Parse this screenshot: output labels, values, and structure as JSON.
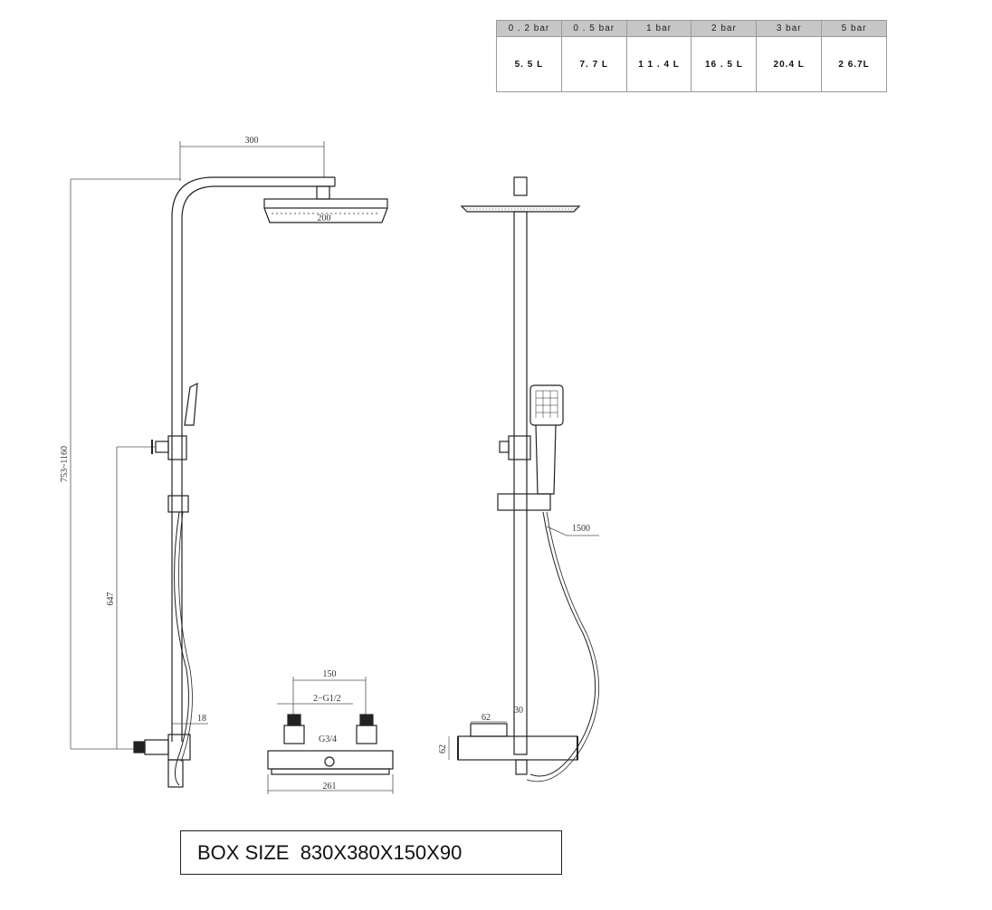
{
  "flow_table": {
    "headers": [
      "0 . 2 bar",
      "0 . 5 bar",
      "1  bar",
      "2  bar",
      "3  bar",
      "5  bar"
    ],
    "values": [
      "5. 5 L",
      "7. 7 L",
      "1 1 . 4 L",
      "16 . 5 L",
      "20.4 L",
      "2 6.7L"
    ]
  },
  "dimensions": {
    "head_reach": "300",
    "head_width": "200",
    "height_range": "753~1160",
    "valve_height": "647",
    "hose_length": "1500",
    "outlet_spacing": "150",
    "inlet_thread": "2−G1/2",
    "outlet_thread": "G3/4",
    "valve_length": "261",
    "offset_18": "18",
    "depth_62": "62",
    "height_62": "62",
    "pipe_30": "30"
  },
  "box_size": "BOX SIZE  830X380X150X90"
}
